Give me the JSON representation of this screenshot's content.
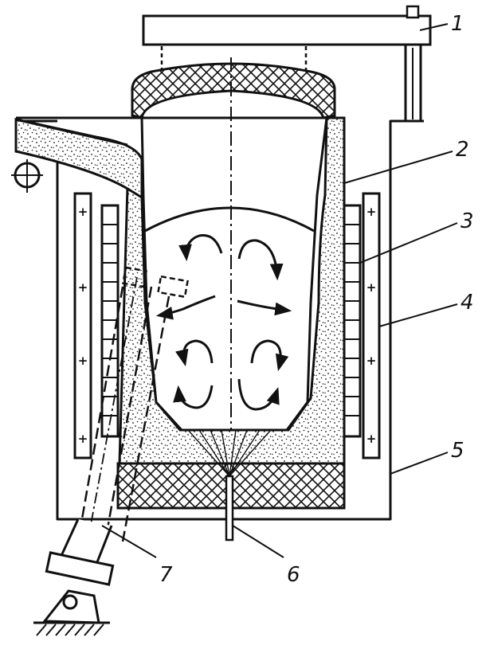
{
  "diagram": {
    "labels": [
      {
        "id": "1",
        "text": "1"
      },
      {
        "id": "2",
        "text": "2"
      },
      {
        "id": "3",
        "text": "3"
      },
      {
        "id": "4",
        "text": "4"
      },
      {
        "id": "5",
        "text": "5"
      },
      {
        "id": "6",
        "text": "6"
      },
      {
        "id": "7",
        "text": "7"
      }
    ],
    "coil_polarity_symbol": "+",
    "colors": {
      "ink": "#111111",
      "background": "#ffffff"
    }
  }
}
